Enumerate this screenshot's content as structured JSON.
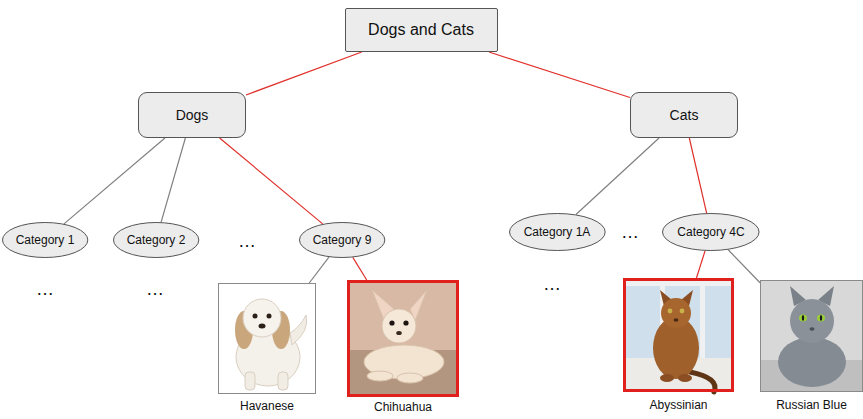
{
  "diagram": {
    "nodes": [
      {
        "text": [
          "Dogs and Cats"
        ]
      },
      {
        "text": [
          "Dogs"
        ]
      },
      {
        "text": [
          "Cats"
        ]
      },
      {
        "text": [
          "Category 1"
        ]
      },
      {
        "text": [
          "Category 2"
        ]
      },
      {
        "text": [
          "Category 9"
        ]
      },
      {
        "text": [
          "Category 1A"
        ]
      },
      {
        "text": [
          "Category 4C"
        ]
      },
      {
        "text": [
          "Havanese"
        ]
      },
      {
        "text": [
          "Chihuahua"
        ]
      },
      {
        "text": [
          "Abyssinian"
        ]
      },
      {
        "text": [
          "Russian Blue"
        ]
      }
    ],
    "edges": [
      {
        "from": 0,
        "to": 1,
        "arrow": "none"
      },
      {
        "from": 0,
        "to": 2,
        "arrow": "none"
      },
      {
        "from": 1,
        "to": 3,
        "arrow": "none"
      },
      {
        "from": 1,
        "to": 4,
        "arrow": "none"
      },
      {
        "from": 1,
        "to": 5,
        "arrow": "none"
      },
      {
        "from": 2,
        "to": 6,
        "arrow": "none"
      },
      {
        "from": 2,
        "to": 7,
        "arrow": "none"
      },
      {
        "from": 5,
        "to": 8,
        "arrow": "none"
      },
      {
        "from": 5,
        "to": 9,
        "arrow": "none"
      },
      {
        "from": 7,
        "to": 10,
        "arrow": "none"
      },
      {
        "from": 7,
        "to": 11,
        "arrow": "none"
      }
    ],
    "labels": [
      "…",
      "…",
      "…",
      "…",
      "…"
    ]
  }
}
